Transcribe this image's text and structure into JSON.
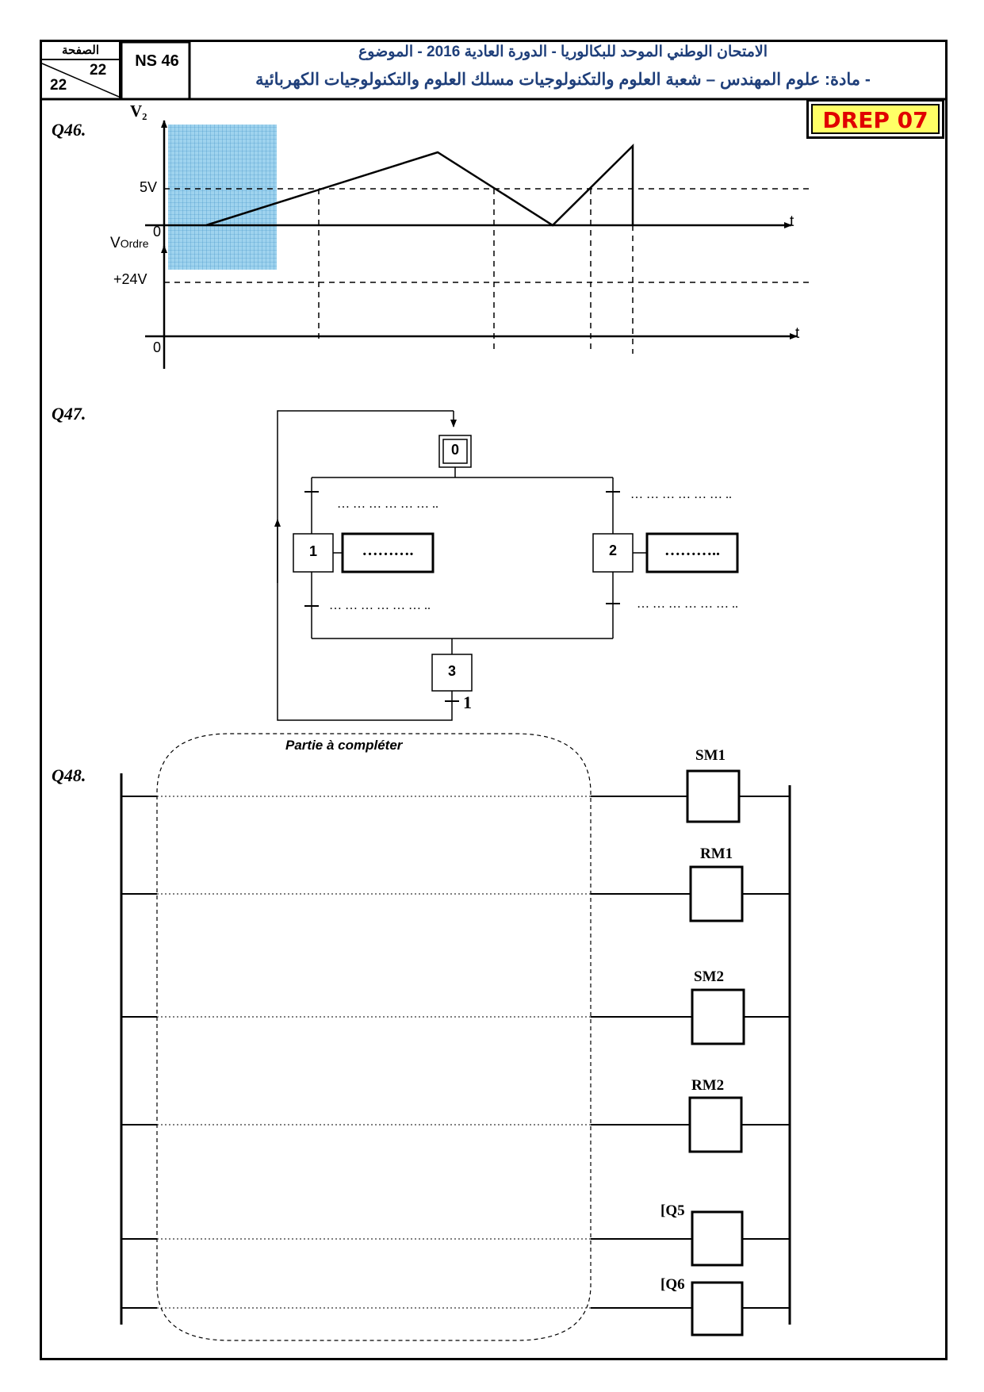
{
  "header": {
    "page_label": "الصفحة",
    "page_current": "22",
    "page_total": "22",
    "code": "NS 46",
    "title_line1": "الامتحان الوطني الموحد للبكالوريا - الدورة العادية  2016 - الموضوع",
    "title_line2": "- مادة: علوم المهندس – شعبة العلوم والتكنولوجيات مسلك العلوم والتكنولوجيات الكهربائية",
    "drep": "DREP 07"
  },
  "q46": {
    "label": "Q46.",
    "y_axis_top": "V₂",
    "level_5v": "5V",
    "origin_top": "0",
    "t_top": "t",
    "v_ordre": "V",
    "v_ordre_sub": "Ordre",
    "level_24v": "+24V",
    "origin_bottom": "0",
    "t_bottom": "t"
  },
  "q47": {
    "label": "Q47.",
    "steps": {
      "s0": "0",
      "s1": "1",
      "s2": "2",
      "s3": "3"
    },
    "actions": {
      "a1": "……….",
      "a2": "……….."
    },
    "transitions": {
      "t01": "… … … … … … ..",
      "t02": "… … … … … … ..",
      "t1x": "… … … … … … ..",
      "t2x": "… … … … … … ..",
      "t30": "1"
    }
  },
  "q48": {
    "label": "Q48.",
    "partie": "Partie à compléter",
    "coils": [
      "SM1",
      "RM1",
      "SM2",
      "RM2",
      "[Q5",
      "[Q6"
    ]
  }
}
